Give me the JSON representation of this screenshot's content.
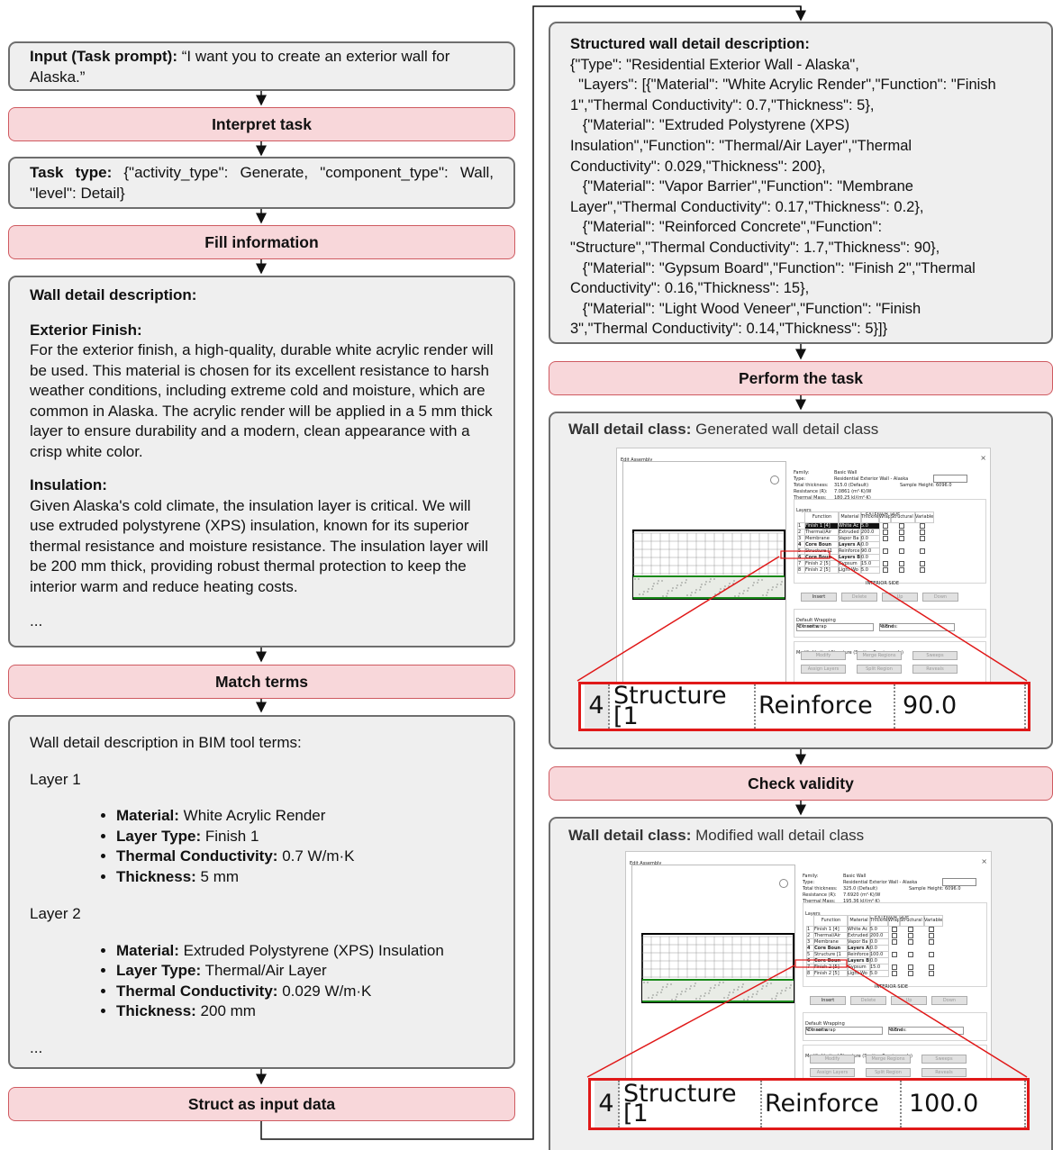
{
  "left": {
    "input": {
      "label": "Input (Task prompt):",
      "text": " “I want you to create an exterior wall for Alaska.”"
    },
    "interpret_step": "Interpret task",
    "task_type": {
      "label": "Task type:",
      "text": " {\"activity_type\": Generate, \"component_type\": Wall, \"level\": Detail}"
    },
    "fill_step": "Fill information",
    "description": {
      "heading": "Wall detail description:",
      "exterior_heading": "Exterior Finish:",
      "exterior_text": "For the exterior finish, a high-quality, durable white acrylic render will be used. This material is chosen for its excellent resistance to harsh weather conditions, including extreme cold and moisture, which are common in Alaska. The acrylic render will be applied in a 5 mm thick layer to ensure durability and a modern, clean appearance with a crisp white color.",
      "insulation_heading": "Insulation:",
      "insulation_text": "Given Alaska's cold climate, the insulation layer is critical. We will use extruded polystyrene (XPS) insulation, known for its superior thermal resistance and moisture resistance. The insulation layer will be 200 mm thick, providing robust thermal protection to keep the interior warm and reduce heating costs.",
      "ellipsis": "..."
    },
    "match_step": "Match terms",
    "bim": {
      "heading": "Wall detail description in BIM tool terms:",
      "layer1": {
        "title": "Layer 1",
        "items": [
          {
            "k": "Material:",
            "v": " White Acrylic Render"
          },
          {
            "k": "Layer Type:",
            "v": " Finish 1"
          },
          {
            "k": "Thermal Conductivity:",
            "v": " 0.7 W/m·K"
          },
          {
            "k": "Thickness:",
            "v": " 5 mm"
          }
        ]
      },
      "layer2": {
        "title": "Layer 2",
        "items": [
          {
            "k": "Material:",
            "v": " Extruded Polystyrene (XPS) Insulation"
          },
          {
            "k": "Layer Type:",
            "v": " Thermal/Air Layer"
          },
          {
            "k": "Thermal Conductivity:",
            "v": " 0.029 W/m·K"
          },
          {
            "k": "Thickness:",
            "v": " 200 mm"
          }
        ]
      },
      "ellipsis": "..."
    },
    "struct_step": "Struct as input data"
  },
  "right": {
    "structured": {
      "heading": "Structured wall detail description:",
      "lines": [
        "{\"Type\": \"Residential Exterior Wall - Alaska\",",
        "  \"Layers\": [{\"Material\": \"White Acrylic Render\",\"Function\": \"Finish",
        "1\",\"Thermal Conductivity\": 0.7,\"Thickness\": 5},",
        "   {\"Material\": \"Extruded Polystyrene (XPS)",
        "Insulation\",\"Function\": \"Thermal/Air Layer\",\"Thermal",
        "Conductivity\": 0.029,\"Thickness\": 200},",
        "   {\"Material\": \"Vapor Barrier\",\"Function\": \"Membrane",
        "Layer\",\"Thermal Conductivity\": 0.17,\"Thickness\": 0.2},",
        "   {\"Material\": \"Reinforced Concrete\",\"Function\":",
        "\"Structure\",\"Thermal Conductivity\": 1.7,\"Thickness\": 90},",
        "   {\"Material\": \"Gypsum Board\",\"Function\": \"Finish 2\",\"Thermal",
        "Conductivity\": 0.16,\"Thickness\": 15},",
        "   {\"Material\": \"Light Wood Veneer\",\"Function\": \"Finish",
        "3\",\"Thermal Conductivity\": 0.14,\"Thickness\": 5}]}"
      ]
    },
    "perform_step": "Perform the task",
    "generated": {
      "label": "Wall detail class:",
      "text": " Generated wall detail class",
      "zoom": {
        "num": "4",
        "func": "Structure [1",
        "mat": "Reinforce",
        "thick": "90.0"
      }
    },
    "check_step": "Check validity",
    "modified": {
      "label": "Wall detail class:",
      "text": " Modified wall detail class",
      "zoom": {
        "num": "4",
        "func": "Structure [1",
        "mat": "Reinforce",
        "thick": "100.0"
      }
    }
  },
  "dialog": {
    "title": "Edit Assembly",
    "close": "×",
    "family_k": "Family:",
    "family_v": "Basic Wall",
    "type_k": "Type:",
    "type_v": "Residential Exterior Wall - Alaska",
    "total_k": "Total thickness:",
    "resist_k": "Resistance (R):",
    "mass_k": "Thermal Mass:",
    "sample_k": "Sample Height:",
    "sample_v": "6096.0",
    "layers_k": "Layers",
    "exterior": "EXTERIOR SIDE",
    "interior": "INTERIOR SIDE",
    "cols": [
      "Function",
      "Material",
      "Thickness",
      "Wraps",
      "Structural Material",
      "Variable"
    ],
    "btn_insert": "Insert",
    "btn_delete": "Delete",
    "btn_up": "Up",
    "btn_down": "Down",
    "wrap_title": "Default Wrapping",
    "at_inserts": "At Inserts:",
    "at_ends": "At Ends:",
    "do_not_wrap": "Do not wrap",
    "none": "None",
    "modify_title": "Modify Vertical Structure (Section Preview only)",
    "btn_modify": "Modify",
    "btn_merge": "Merge Regions",
    "btn_sweeps": "Sweeps",
    "btn_assign": "Assign Layers",
    "btn_split": "Split Region",
    "btn_reveals": "Reveals"
  },
  "dialog1": {
    "total_v": "315.0 (Default)",
    "resist_v": "7.0861 (m²·K)/W",
    "mass_v": "180.25 kJ/(m²·K)",
    "rows": [
      [
        "1",
        "Finish 1 [4]",
        "White Ac",
        "5.0"
      ],
      [
        "2",
        "Thermal/Air",
        "Extruded",
        "200.0"
      ],
      [
        "3",
        "Membrane",
        "Vapor Ba",
        "0.0"
      ],
      [
        "4",
        "Core Boun",
        "Layers Abo",
        "0.0"
      ],
      [
        "5",
        "Structure [1",
        "Reinforce",
        "90.0"
      ],
      [
        "6",
        "Core Boun",
        "Layers Bel",
        "0.0"
      ],
      [
        "7",
        "Finish 2 [5]",
        "Gypsum",
        "15.0"
      ],
      [
        "8",
        "Finish 2 [5]",
        "Light Wo",
        "5.0"
      ]
    ]
  },
  "dialog2": {
    "total_v": "325.0 (Default)",
    "resist_v": "7.6920 (m²·K)/W",
    "mass_v": "195.36 kJ/(m²·K)",
    "rows": [
      [
        "1",
        "Finish 1 [4]",
        "White Ac",
        "5.0"
      ],
      [
        "2",
        "Thermal/Air",
        "Extruded",
        "200.0"
      ],
      [
        "3",
        "Membrane",
        "Vapor Ba",
        "0.0"
      ],
      [
        "4",
        "Core Boun",
        "Layers Abo",
        "0.0"
      ],
      [
        "5",
        "Structure [1",
        "Reinforce",
        "100.0"
      ],
      [
        "6",
        "Core Boun",
        "Layers Bel",
        "0.0"
      ],
      [
        "7",
        "Finish 2 [5]",
        "Gypsum",
        "15.0"
      ],
      [
        "8",
        "Finish 2 [5]",
        "Light Wo",
        "5.0"
      ]
    ]
  }
}
